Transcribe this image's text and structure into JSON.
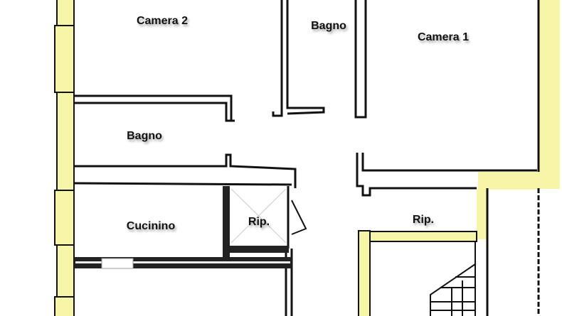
{
  "rooms": {
    "camera2": "Camera 2",
    "bagno_top": "Bagno",
    "camera1": "Camera 1",
    "bagno_left": "Bagno",
    "cucinino": "Cucinino",
    "rip_small": "Rip.",
    "rip_right": "Rip."
  },
  "colors": {
    "wall_highlight": "#f7f5a8",
    "wall": "#111111"
  }
}
